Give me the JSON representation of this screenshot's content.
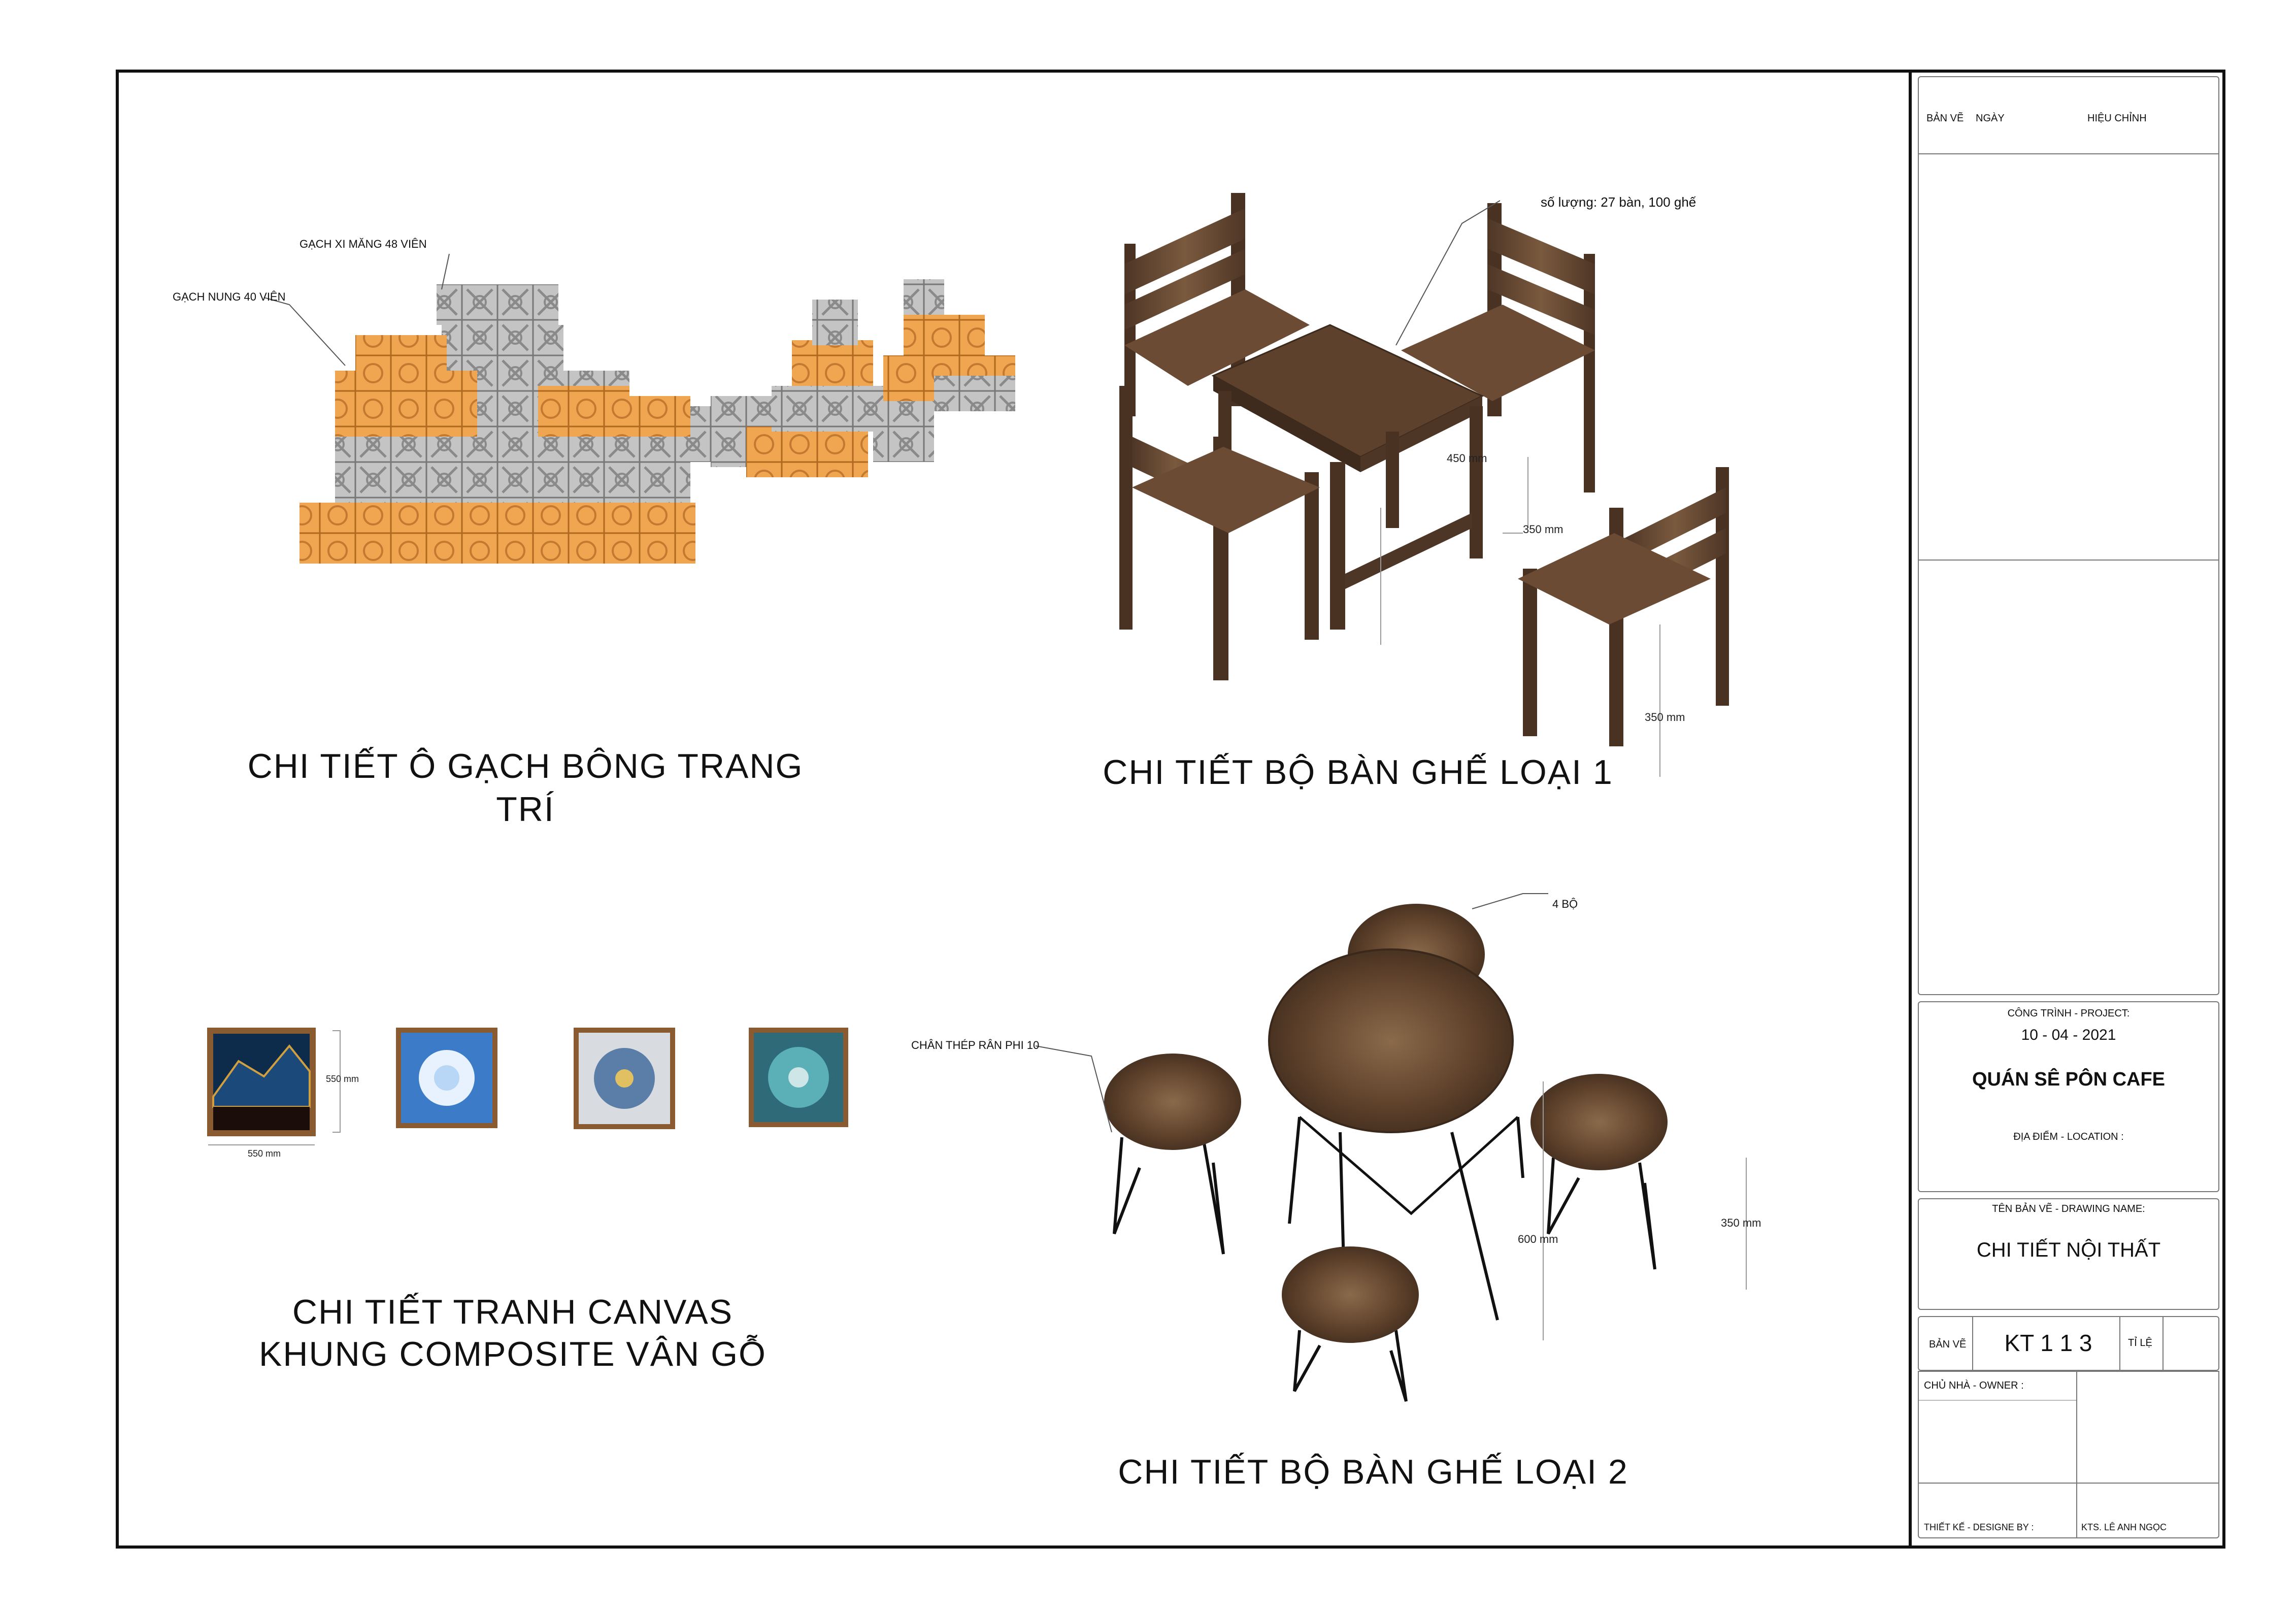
{
  "sections": {
    "bricks": {
      "caption_line1": "CHI TIẾT Ô GẠCH BÔNG TRANG",
      "caption_line2": "TRÍ",
      "label_cement": "GẠCH XI MĂNG 48 VIÊN",
      "label_clay": "GẠCH NUNG 40 VIÊN"
    },
    "table_set_1": {
      "caption": "CHI TIẾT BỘ BÀN GHẾ LOẠI 1",
      "quantity_note": "số lượng: 27 bàn, 100 ghế",
      "dims": [
        "450 mm",
        "350 mm",
        "350 mm"
      ]
    },
    "canvas": {
      "caption_line1": "CHI TIẾT TRANH CANVAS",
      "caption_line2": "KHUNG COMPOSITE VÂN GỖ",
      "dim_height": "550 mm",
      "dim_width": "550 mm"
    },
    "table_set_2": {
      "caption": "CHI TIẾT BỘ BÀN GHẾ LOẠI 2",
      "set_count": "4 BỘ",
      "leg_note": "CHÂN THÉP RÂN PHI 10",
      "dims": [
        "600 mm",
        "350 mm"
      ]
    }
  },
  "title_block": {
    "rev_header": {
      "drawing": "BẢN VẼ",
      "date": "NGÀY",
      "revision": "HIỆU CHỈNH"
    },
    "project_label": "CÔNG TRÌNH - PROJECT:",
    "date": "10 - 04 -  2021",
    "project_name": "QUÁN SÊ PÔN CAFE",
    "location_label": "ĐỊA ĐIỂM - LOCATION :",
    "drawing_name_label": "TÊN BẢN VẼ - DRAWING NAME:",
    "drawing_name": "CHI TIẾT NỘI THẤT",
    "sheet_label": "BẢN VẼ",
    "sheet_number": "KT  1 1 3",
    "scale_label": "TỈ LỆ",
    "owner_label": "CHỦ NHÀ - OWNER :",
    "designer_label": "THIẾT KẾ - DESIGNE BY :",
    "designer_name": "KTS. LÊ ANH NGỌC"
  },
  "colors": {
    "frame": "#111111",
    "clay_brick": "#f0a550",
    "cement_brick": "#bdbdbd",
    "wood_dark": "#5b3f2a",
    "wood_light": "#7a5a3e",
    "steel": "#111111"
  }
}
